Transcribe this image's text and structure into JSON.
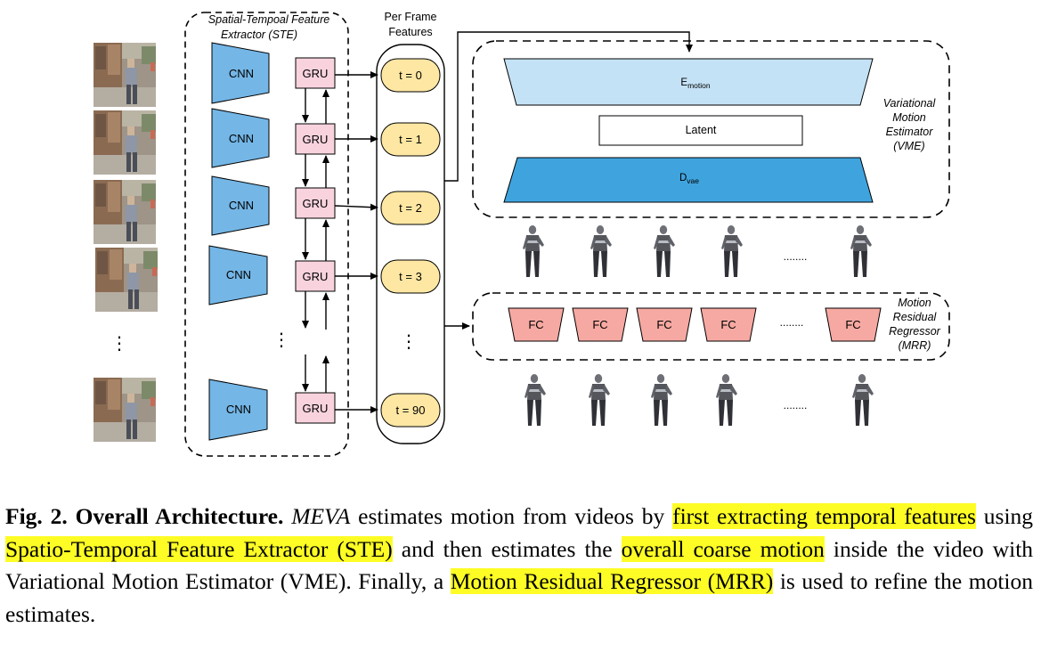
{
  "diagram": {
    "ste_title_line1": "Spatial-Tempoal Feature",
    "ste_title_line2": "Extractor (STE)",
    "per_frame_line1": "Per Frame",
    "per_frame_line2": "Features",
    "cnn_label": "CNN",
    "gru_label": "GRU",
    "time_steps": [
      "t = 0",
      "t = 1",
      "t = 2",
      "t = 3",
      "t = 90"
    ],
    "encoder_base": "E",
    "encoder_sub": "motion",
    "latent_label": "Latent",
    "decoder_base": "D",
    "decoder_sub": "vae",
    "vme_label": [
      "Variational",
      "Motion",
      "Estimator",
      "(VME)"
    ],
    "fc_label": "FC",
    "mrr_label": [
      "Motion",
      "Residual",
      "Regressor",
      "(MRR)"
    ],
    "vertical_ellipsis": "⋮",
    "horizontal_ellipsis": "........"
  },
  "colors": {
    "cnn_fill": "#74b6e6",
    "gru_fill": "#f8d3de",
    "time_fill": "#fde7a3",
    "encoder_fill": "#c4e2f5",
    "decoder_fill": "#3fa4de",
    "fc_fill": "#f6a9a2",
    "highlight": "#fdfd25"
  },
  "caption": {
    "label": "Fig. 2.",
    "title": "Overall Architecture.",
    "method": "MEVA",
    "t1": "estimates motion from videos by",
    "h1": "first extracting temporal features",
    "t2": "using",
    "h2": "Spatio-Temporal Feature Extractor (STE)",
    "t3": "and then estimates the",
    "h3": "overall coarse motion",
    "t4": "inside the video with Variational Motion Estimator (VME). Finally, a",
    "h4": "Motion Residual Regressor (MRR)",
    "t5": "is used to refine the motion estimates."
  }
}
